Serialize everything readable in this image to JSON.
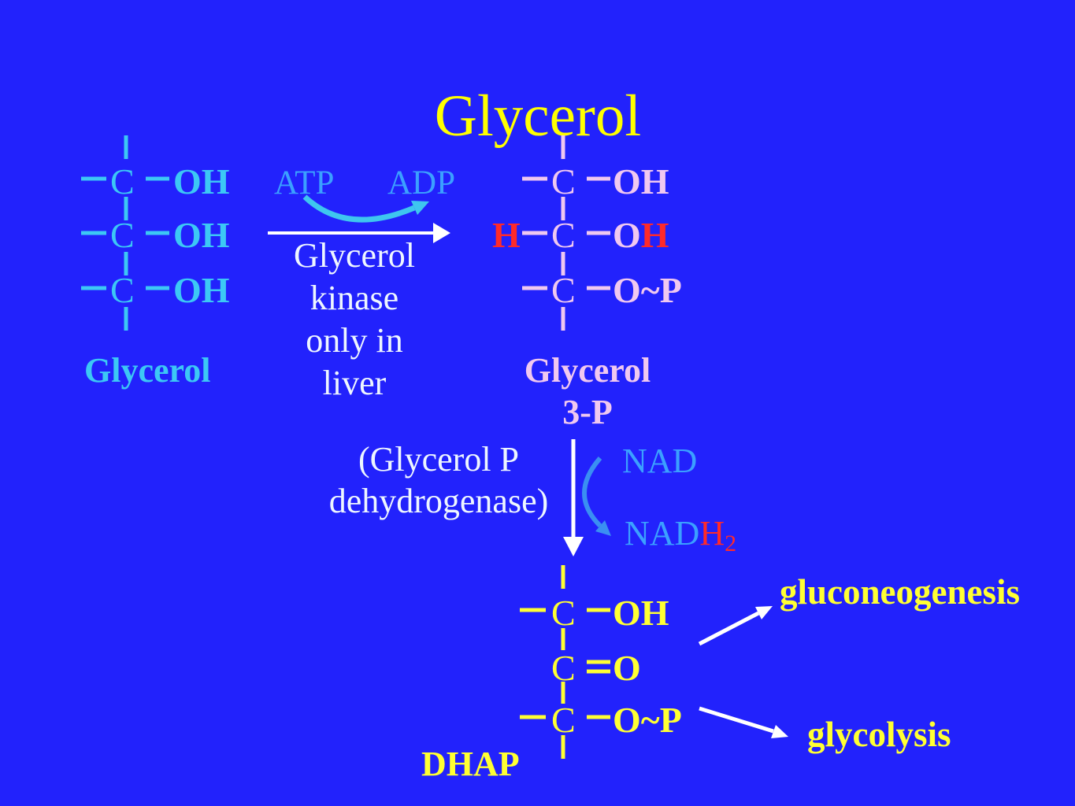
{
  "title": "Glycerol",
  "colors": {
    "background": "#2222fc",
    "title": "#ffff00",
    "glycerol": "#3cc8f5",
    "glycerol_3p": "#f0c8f0",
    "hydrogen_added": "#ff2a2a",
    "cofactor": "#3ba0ff",
    "dhap": "#ffff33",
    "enzyme_text": "#eef6ff",
    "arrow": "#ffffff",
    "atp_arc": "#3ec6ef",
    "nad_arc": "#3a8ff2"
  },
  "glycerol": {
    "rows": [
      {
        "carbon": "C",
        "group": "OH"
      },
      {
        "carbon": "C",
        "group": "OH"
      },
      {
        "carbon": "C",
        "group": "OH"
      }
    ],
    "label": "Glycerol"
  },
  "step1": {
    "cofactor_in": "ATP",
    "cofactor_out": "ADP",
    "enzyme_lines": [
      "Glycerol",
      "kinase",
      "only in",
      "liver"
    ]
  },
  "glycerol_3p": {
    "rows": [
      {
        "carbon": "C",
        "group": "OH"
      },
      {
        "added_h": "H",
        "carbon": "C",
        "group_o": "O",
        "group_h": "H"
      },
      {
        "carbon": "C",
        "group": "O~P"
      }
    ],
    "label_lines": [
      "Glycerol",
      "3-P"
    ]
  },
  "step2": {
    "enzyme_lines": [
      "(Glycerol P",
      "dehydrogenase)"
    ],
    "cofactor_in": "NAD",
    "cofactor_out": {
      "base": "NAD",
      "h": "H",
      "subscript": "2"
    }
  },
  "dhap": {
    "rows": [
      {
        "carbon": "C",
        "group": "OH"
      },
      {
        "carbon": "C",
        "group": "O"
      },
      {
        "carbon": "C",
        "group": "O~P"
      }
    ],
    "label": "DHAP"
  },
  "fates": {
    "up": "gluconeogenesis",
    "down": "glycolysis"
  }
}
